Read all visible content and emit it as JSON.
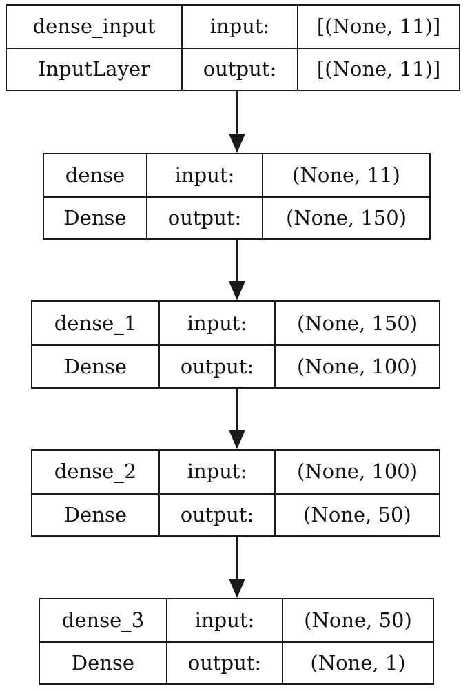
{
  "layers": [
    {
      "name": "dense_input",
      "type": "InputLayer",
      "input_label": "input:",
      "input_shape": "[(None, 11)]",
      "output_label": "output:",
      "output_shape": "[(None, 11)]"
    },
    {
      "name": "dense",
      "type": "Dense",
      "input_label": "input:",
      "input_shape": "(None, 11)",
      "output_label": "output:",
      "output_shape": "(None, 150)"
    },
    {
      "name": "dense_1",
      "type": "Dense",
      "input_label": "input:",
      "input_shape": "(None, 150)",
      "output_label": "output:",
      "output_shape": "(None, 100)"
    },
    {
      "name": "dense_2",
      "type": "Dense",
      "input_label": "input:",
      "input_shape": "(None, 100)",
      "output_label": "output:",
      "output_shape": "(None, 50)"
    },
    {
      "name": "dense_3",
      "type": "Dense",
      "input_label": "input:",
      "input_shape": "(None, 50)",
      "output_label": "output:",
      "output_shape": "(None, 1)"
    }
  ],
  "colors": {
    "border": "#1a1a1a",
    "text": "#111111",
    "background": "#ffffff"
  }
}
